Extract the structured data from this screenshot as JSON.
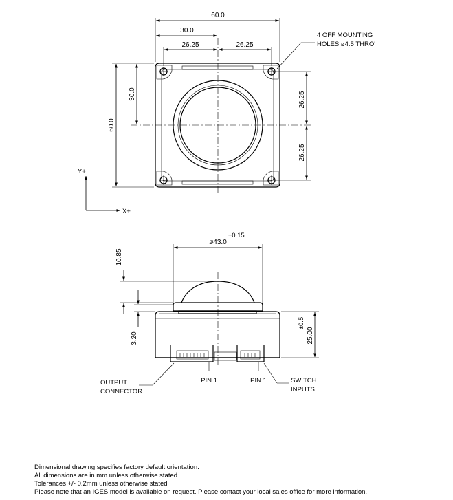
{
  "top_view": {
    "dim_overall_width": "60.0",
    "dim_half_width": "30.0",
    "dim_hole_left": "26.25",
    "dim_hole_right": "26.25",
    "dim_overall_height": "60.0",
    "dim_half_height": "30.0",
    "dim_hole_top": "26.25",
    "dim_hole_bottom": "26.25",
    "mounting_note_line1": "4 OFF MOUNTING",
    "mounting_note_line2": "HOLES ø4.5 THRO'",
    "axis_y": "Y+",
    "axis_x": "X+"
  },
  "side_view": {
    "dim_ball_diameter": "ø43.0",
    "dim_ball_tolerance": "±0.15",
    "dim_ball_height": "10.85",
    "dim_bezel_height": "3.20",
    "dim_body_height": "25.00",
    "dim_body_tolerance": "±0.5",
    "output_connector_line1": "OUTPUT",
    "output_connector_line2": "CONNECTOR",
    "pin1_left": "PIN 1",
    "pin1_right": "PIN 1",
    "switch_inputs_line1": "SWITCH",
    "switch_inputs_line2": "INPUTS"
  },
  "notes": [
    "Dimensional drawing specifies factory default orientation.",
    "All dimensions are in mm unless otherwise stated.",
    "Tolerances +/- 0.2mm unless otherwise stated",
    "Please note that an IGES model is available on request. Please contact your local sales office for more information."
  ]
}
